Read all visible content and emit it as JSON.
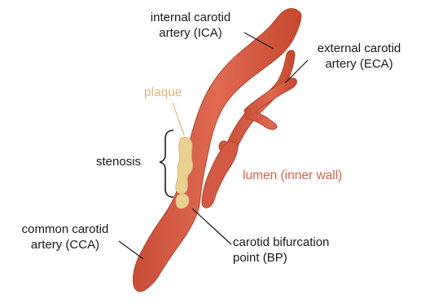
{
  "labels": {
    "ica_line1": "internal carotid",
    "ica_line2": "artery (ICA)",
    "eca_line1": "external carotid",
    "eca_line2": "artery (ECA)",
    "plaque": "plaque",
    "stenosis": "stenosis",
    "lumen": "lumen (inner wall)",
    "cca_line1": "common carotid",
    "cca_line2": "artery (CCA)",
    "bp_line1": "carotid bifurcation",
    "bp_line2": "point (BP)"
  },
  "colors": {
    "artery": "#d9604a",
    "artery_dark": "#b8452f",
    "plaque": "#e9cf94",
    "plaque_label": "#dcb97a",
    "lumen_label": "#e0604a",
    "text": "#1a1a1a"
  }
}
